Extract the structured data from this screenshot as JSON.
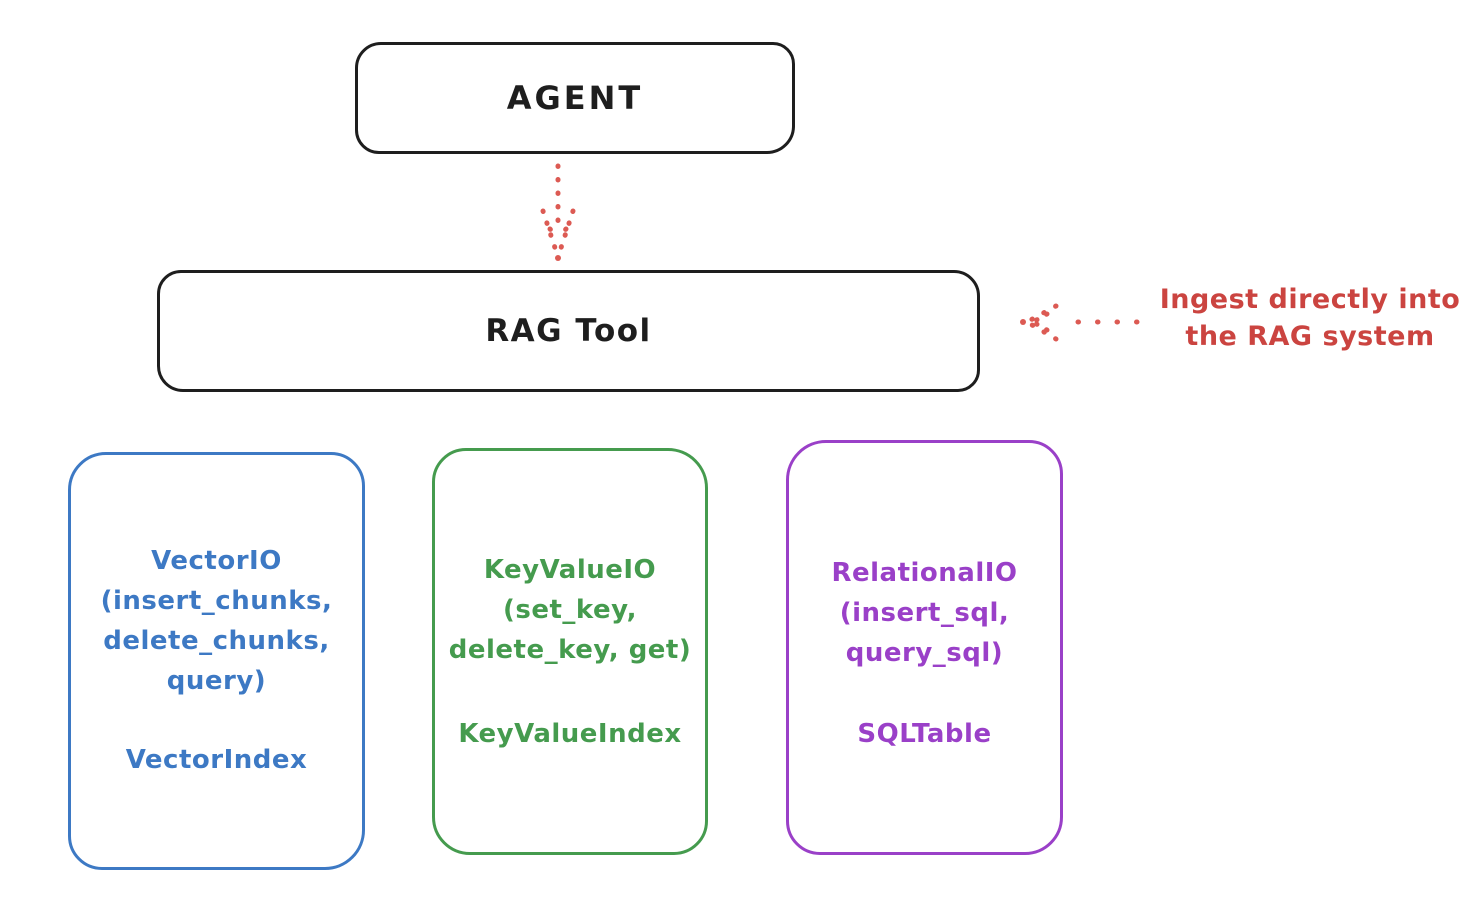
{
  "colors": {
    "ink": "#1e1e1e",
    "red_annotation": "#cb4440",
    "red_arrow": "#dc5a53",
    "blue": "#3d79c4",
    "green": "#459b4e",
    "purple": "#9a40c8",
    "background": "#ffffff"
  },
  "agent_box": {
    "label": "AGENT"
  },
  "rag_tool_box": {
    "label": "RAG Tool"
  },
  "annotation": {
    "lines": [
      "Ingest directly into",
      "the RAG system"
    ]
  },
  "arrows": [
    {
      "name": "agent-to-rag-arrow",
      "style": "dotted",
      "direction": "down",
      "color": "#dc5a53"
    },
    {
      "name": "annotation-to-rag-arrow",
      "style": "dotted",
      "direction": "left",
      "color": "#dc5a53"
    }
  ],
  "io_boxes": [
    {
      "name": "vector-io-box",
      "color": "#3d79c4",
      "lines": [
        "VectorIO",
        "(insert_chunks,",
        "delete_chunks,",
        "query)"
      ],
      "index_label": "VectorIndex"
    },
    {
      "name": "keyvalue-io-box",
      "color": "#459b4e",
      "lines": [
        "KeyValueIO",
        "(set_key,",
        "delete_key, get)"
      ],
      "index_label": "KeyValueIndex"
    },
    {
      "name": "relational-io-box",
      "color": "#9a40c8",
      "lines": [
        "RelationalIO",
        "(insert_sql,",
        "query_sql)"
      ],
      "index_label": "SQLTable"
    }
  ]
}
